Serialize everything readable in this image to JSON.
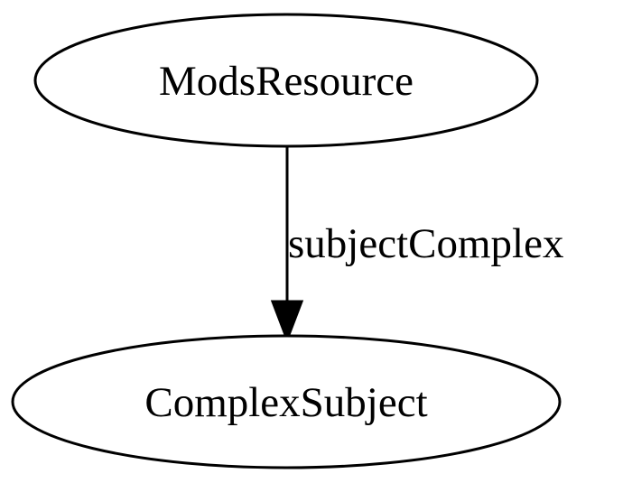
{
  "graph": {
    "nodes": [
      {
        "id": "mods-resource",
        "label": "ModsResource"
      },
      {
        "id": "complex-subject",
        "label": "ComplexSubject"
      }
    ],
    "edges": [
      {
        "from": "mods-resource",
        "to": "complex-subject",
        "label": "subjectComplex"
      }
    ]
  }
}
